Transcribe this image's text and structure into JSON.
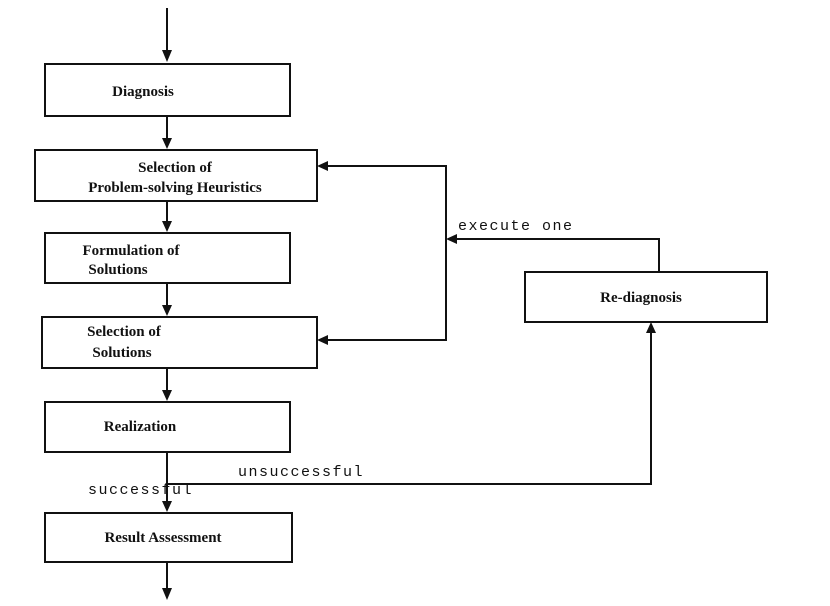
{
  "boxes": {
    "diagnosis": "Diagnosis",
    "selection_heuristics_line1": "Selection of",
    "selection_heuristics_line2": "Problem-solving Heuristics",
    "formulation_line1": "Formulation of",
    "formulation_line2": "Solutions",
    "selection_solutions_line1": "Selection of",
    "selection_solutions_line2": "Solutions",
    "realization": "Realization",
    "result_assessment": "Result Assessment",
    "rediagnosis": "Re-diagnosis"
  },
  "labels": {
    "execute_one": "execute one",
    "unsuccessful": "unsuccessful",
    "successful": "successful"
  },
  "colors": {
    "stroke": "#111111",
    "background": "#ffffff"
  }
}
